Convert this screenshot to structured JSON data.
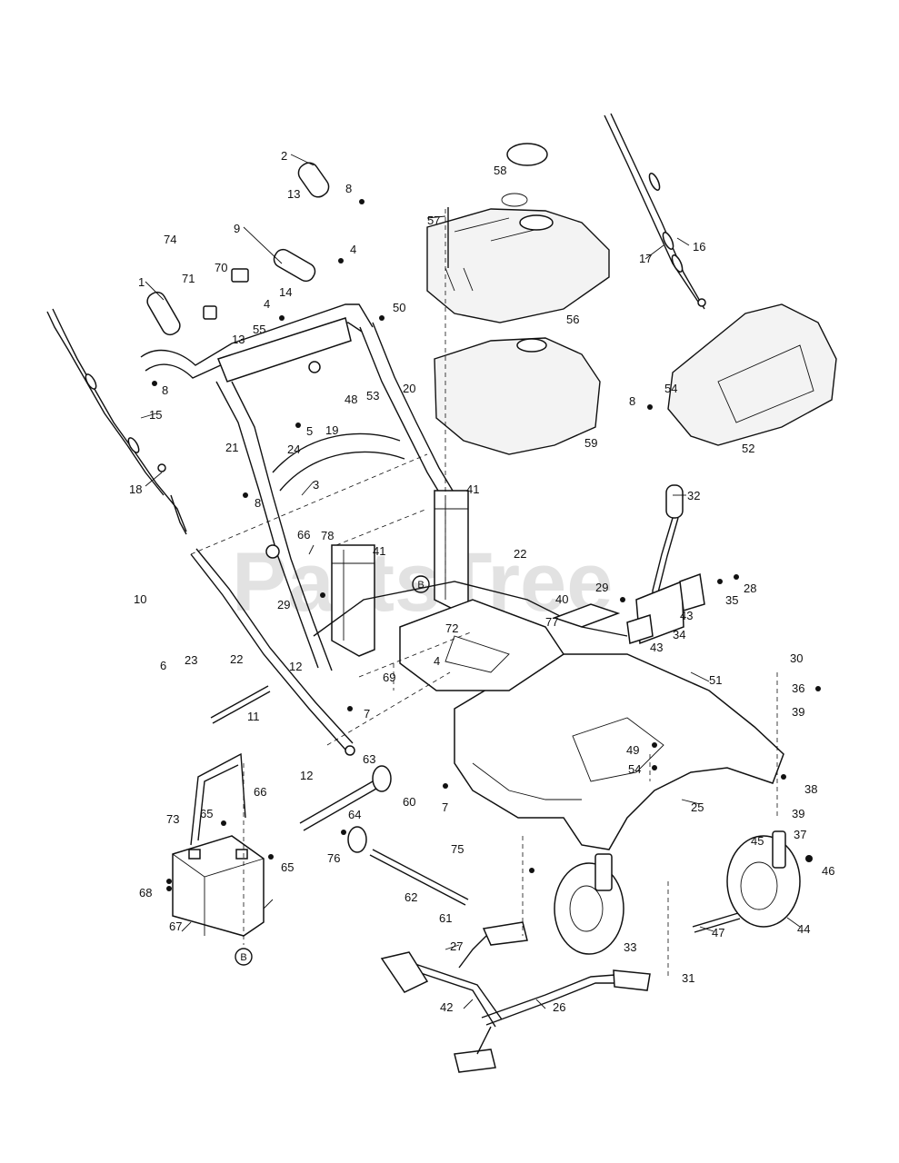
{
  "watermark": "PartsTree",
  "ref_marks": [
    "B",
    "B"
  ],
  "labels": [
    "1",
    "2",
    "3",
    "4",
    "5",
    "6",
    "7",
    "8",
    "9",
    "10",
    "11",
    "12",
    "13",
    "14",
    "15",
    "16",
    "17",
    "18",
    "19",
    "20",
    "21",
    "22",
    "23",
    "24",
    "25",
    "26",
    "27",
    "28",
    "29",
    "30",
    "31",
    "32",
    "33",
    "34",
    "35",
    "36",
    "37",
    "38",
    "39",
    "40",
    "41",
    "42",
    "43",
    "44",
    "45",
    "46",
    "47",
    "48",
    "49",
    "50",
    "51",
    "52",
    "53",
    "54",
    "55",
    "56",
    "57",
    "58",
    "59",
    "60",
    "61",
    "62",
    "63",
    "64",
    "65",
    "66",
    "67",
    "68",
    "69",
    "70",
    "71",
    "72",
    "73",
    "74",
    "75",
    "76",
    "77",
    "78"
  ]
}
